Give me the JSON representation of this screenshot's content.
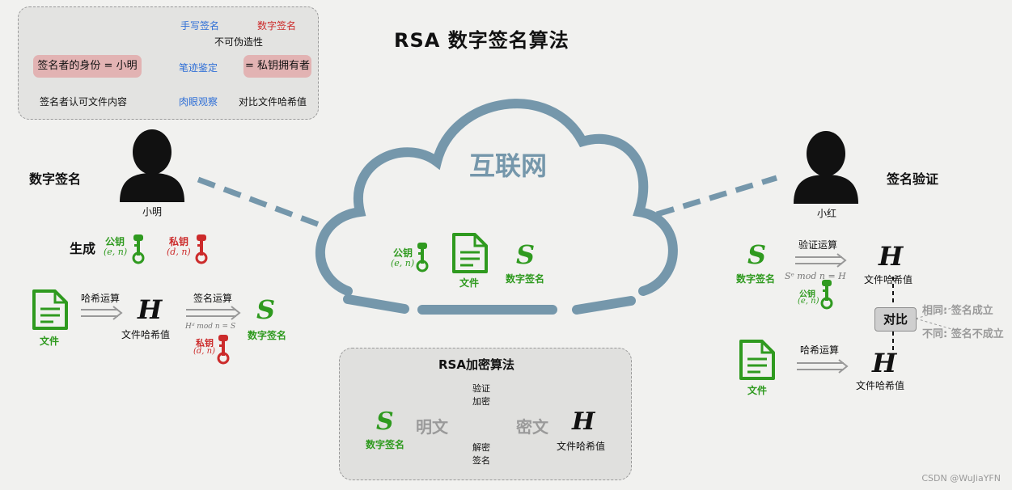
{
  "title": "RSA 数字签名算法",
  "comparison": {
    "handwritten": "手写签名",
    "digital": "数字签名",
    "unforgeable": "不可伪造性",
    "identity": "签名者的身份 = 小明",
    "handwriting_check": "笔迹鉴定",
    "private_key_owner": "= 私钥拥有者",
    "approve": "签名者认可文件内容",
    "eye_check": "肉眼观察",
    "compare_hash": "对比文件哈希值"
  },
  "internet": {
    "label": "互联网",
    "public_key": "公钥",
    "public_key_math": "(e, n)",
    "file": "文件",
    "sig_symbol": "S",
    "sig_label": "数字签名"
  },
  "sender": {
    "section": "数字签名",
    "name": "小明",
    "generate": "生成",
    "public_key": "公钥",
    "public_key_math": "(e, n)",
    "private_key": "私钥",
    "private_key_math": "(d, n)",
    "file": "文件",
    "hash_op": "哈希运算",
    "hash_symbol": "H",
    "hash_label": "文件哈希值",
    "sign_op": "签名运算",
    "sign_formula": "Hᵈ mod n = S",
    "sign_key": "私钥",
    "sign_key_math": "(d, n)",
    "sig_symbol": "S",
    "sig_label": "数字签名"
  },
  "receiver": {
    "section": "签名验证",
    "name": "小红",
    "sig_symbol": "S",
    "sig_label": "数字签名",
    "verify_op": "验证运算",
    "verify_formula": "Sᵉ mod n = H",
    "verify_key": "公钥",
    "verify_key_math": "(e, n)",
    "hash_symbol_1": "H",
    "hash_label_1": "文件哈希值",
    "compare": "对比",
    "same": "相同: 签名成立",
    "diff": "不同: 签名不成立",
    "file": "文件",
    "hash_op": "哈希运算",
    "hash_symbol_2": "H",
    "hash_label_2": "文件哈希值"
  },
  "rsa": {
    "title": "RSA加密算法",
    "sig_symbol": "S",
    "sig_label": "数字签名",
    "plaintext": "明文",
    "verify": "验证",
    "encrypt": "加密",
    "decrypt": "解密",
    "sign": "签名",
    "ciphertext": "密文",
    "hash_symbol": "H",
    "hash_label": "文件哈希值"
  },
  "watermark": "CSDN @WuJiaYFN",
  "colors": {
    "green": "#2f9a1f",
    "red": "#cc2b2b",
    "blue": "#2f6fd6",
    "cloud": "#7597ab",
    "cloud_text": "#7597ab"
  }
}
